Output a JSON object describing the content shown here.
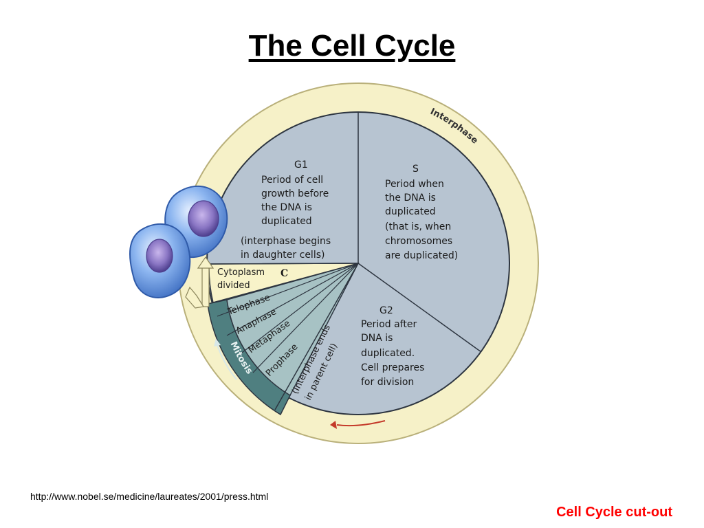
{
  "slide": {
    "title": "The Cell Cycle",
    "source_url": "http://www.nobel.se/medicine/laureates/2001/press.html",
    "footer_note": "Cell Cycle cut-out"
  },
  "diagram": {
    "ring": {
      "interphase": "Interphase",
      "mitosis": "Mitosis"
    },
    "g1": {
      "heading": "G1",
      "lines": [
        "Period of cell",
        "growth before",
        "the DNA is",
        "duplicated"
      ],
      "note_lines": [
        "(interphase begins",
        "in daughter cells)"
      ]
    },
    "s": {
      "heading": "S",
      "lines": [
        "Period when",
        "the DNA is",
        "duplicated",
        "(that is, when",
        "chromosomes",
        "are duplicated)"
      ]
    },
    "g2": {
      "heading": "G2",
      "lines": [
        "Period after",
        "DNA is",
        "duplicated.",
        "Cell prepares",
        "for division"
      ]
    },
    "cytoplasm": {
      "lines": [
        "Cytoplasm",
        "divided"
      ],
      "marker": "C"
    },
    "mitosis_phases": [
      "Telophase",
      "Anaphase",
      "Metaphase",
      "Prophase"
    ],
    "interphase_ends": [
      "(Interphase ends",
      "in parent cell)"
    ]
  },
  "colors": {
    "ring": "#f6f1c8",
    "ring_border": "#b9b07a",
    "wedge_fill": "#b7c4d1",
    "wedge_line": "#2d3540",
    "mitosis_band": "#4f7f80",
    "phase_fill": "#a7c2c4",
    "cytoplasm_fill": "#f8f3c9",
    "accent_red": "#ff0000",
    "cell_blue": "#6c9ce2",
    "nucleus_purple": "#7d6eb8"
  }
}
